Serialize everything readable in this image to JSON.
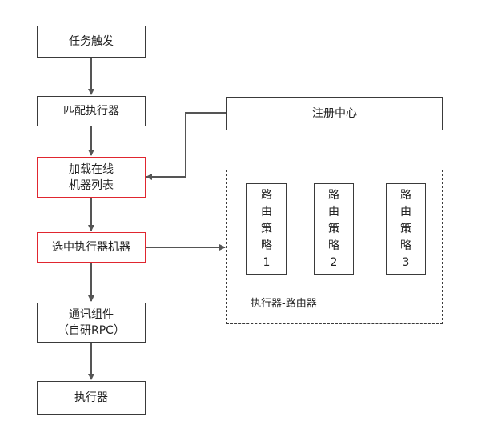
{
  "flow": {
    "task_trigger": "任务触发",
    "match_executor": "匹配执行器",
    "load_list": [
      "加载在线",
      "机器列表"
    ],
    "select_machine": "选中执行器机器",
    "comm_component": [
      "通讯组件",
      "（自研RPC）"
    ],
    "executor": "执行器"
  },
  "registry": {
    "label": "注册中心"
  },
  "router": {
    "label": "执行器-路由器",
    "strategies": [
      {
        "chars": [
          "路",
          "由",
          "策",
          "略",
          "1"
        ]
      },
      {
        "chars": [
          "路",
          "由",
          "策",
          "略",
          "2"
        ]
      },
      {
        "chars": [
          "路",
          "由",
          "策",
          "略",
          "3"
        ]
      }
    ]
  },
  "colors": {
    "border": "#3a3a3a",
    "highlight_border": "#e0262f",
    "arrow": "#555555"
  }
}
